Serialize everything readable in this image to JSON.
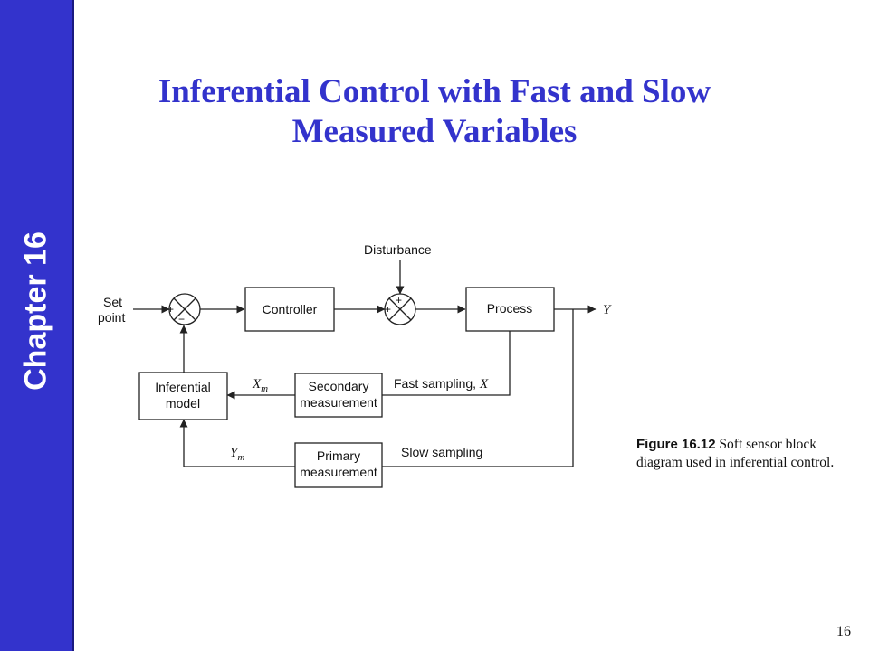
{
  "sidebar": {
    "chapter_label": "Chapter 16",
    "background": "#3333cc"
  },
  "title": {
    "line1": "Inferential Control with Fast and Slow",
    "line2": "Measured Variables",
    "color": "#3333cc"
  },
  "diagram": {
    "inputs": {
      "set_point_line1": "Set",
      "set_point_line2": "point",
      "disturbance": "Disturbance"
    },
    "blocks": {
      "controller": "Controller",
      "process": "Process",
      "inferential_model_line1": "Inferential",
      "inferential_model_line2": "model",
      "secondary_measurement_line1": "Secondary",
      "secondary_measurement_line2": "measurement",
      "primary_measurement_line1": "Primary",
      "primary_measurement_line2": "measurement"
    },
    "signals": {
      "output": "Y",
      "xm_base": "X",
      "ym_base": "Y",
      "subscript": "m",
      "fast_sampling": "Fast sampling, ",
      "fast_var": "X",
      "slow_sampling": "Slow sampling"
    },
    "summer1_signs": {
      "top": "+",
      "bottom": "−"
    },
    "summer2_signs": {
      "top": "+",
      "left": "+"
    }
  },
  "caption": {
    "figure_number": "Figure 16.12",
    "text": "Soft sensor block diagram used in inferential control."
  },
  "page_number": "16"
}
